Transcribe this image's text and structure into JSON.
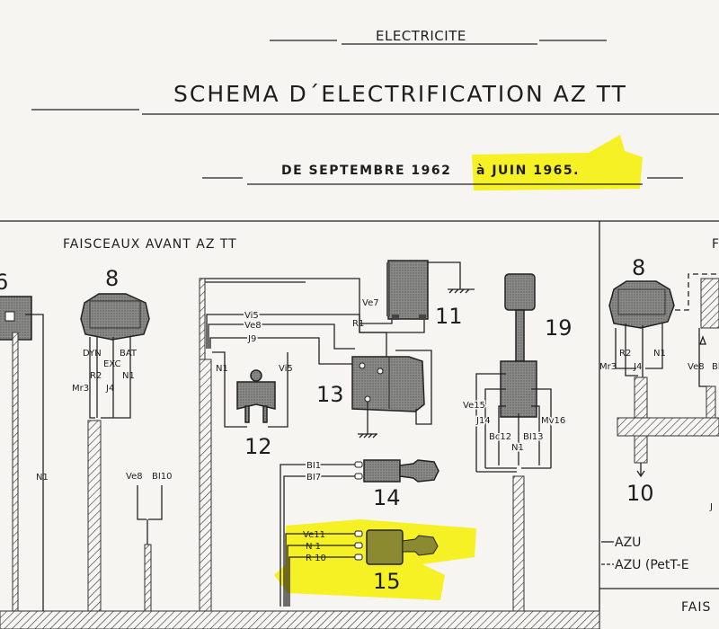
{
  "header": {
    "section": "ELECTRICITE",
    "title": "SCHEMA D´ELECTRIFICATION AZ TT",
    "date_from": "DE SEPTEMBRE 1962",
    "date_to": "à JUIN 1965."
  },
  "left_panel": {
    "title": "FAISCEAUX AVANT AZ TT",
    "components": {
      "c6": {
        "number": "6"
      },
      "c8": {
        "number": "8",
        "terminals": [
          "DYN",
          "EXC",
          "BAT"
        ],
        "wires": [
          "R2",
          "N1",
          "Mr3",
          "J4"
        ]
      },
      "c11": {
        "number": "11",
        "wires": [
          "Ve7",
          "R1"
        ]
      },
      "c12": {
        "number": "12",
        "wires": [
          "N1",
          "Vi5"
        ]
      },
      "c13": {
        "number": "13"
      },
      "c14": {
        "number": "14",
        "wires": [
          "BI1",
          "BI7"
        ]
      },
      "c15": {
        "number": "15",
        "wires": [
          "Ve11",
          "N 1",
          "R 10"
        ]
      },
      "c19": {
        "number": "19",
        "wires": [
          "Ve15",
          "J14",
          "Mv16",
          "Bc12",
          "BI13",
          "N1"
        ]
      }
    },
    "harness_wires": [
      "Vi5",
      "Ve8",
      "J9"
    ],
    "ground_wire": "N1",
    "plug_wires": [
      "Ve8",
      "BI10"
    ]
  },
  "right_panel": {
    "title": "F",
    "components": {
      "c8": {
        "number": "8",
        "wires": [
          "R2",
          "N1",
          "Mr3",
          "J4",
          "Ve8",
          "Bl"
        ]
      },
      "c10": {
        "number": "10"
      },
      "partial_label": "J"
    },
    "legend": [
      {
        "style": "solid",
        "label": "AZU"
      },
      {
        "style": "dashed",
        "label": "AZU (PetT-E"
      }
    ],
    "bottom_title": "FAIS"
  },
  "colors": {
    "paper": "#f6f5f1",
    "ink": "#1e1e1e",
    "highlight": "#f5f000"
  }
}
